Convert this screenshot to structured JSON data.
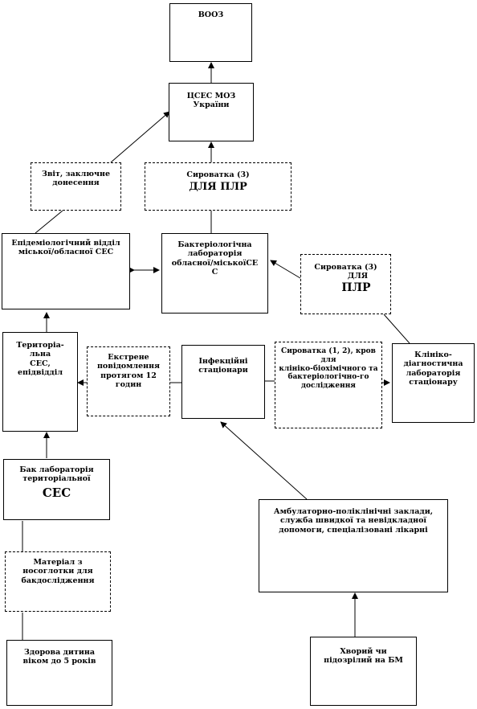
{
  "nodes": {
    "vooz": {
      "text": "ВООЗ"
    },
    "csec": {
      "line1": "ЦСЕС  МОЗ",
      "line2": "України"
    },
    "zvit": {
      "line1": "Звіт, заключне",
      "line2": "донесення"
    },
    "syrovatka_top": {
      "line1": "Сироватка (3)",
      "line2": "ДЛЯ ПЛР"
    },
    "epid": {
      "line1": "Епідеміологічний  відділ",
      "line2": "міської/обласної СЕС"
    },
    "bakt_lab": {
      "line1": "Бактеріологічна",
      "line2": "лабораторія",
      "line3": "обласної/міськоїСЕ",
      "line4": "С"
    },
    "syrovatka_right": {
      "line1": "Сироватка  (3)",
      "line2": "ДЛЯ",
      "line3": "ПЛР"
    },
    "terytorialna": {
      "line1": "Територіа-",
      "line2": "льна",
      "line3": "СЕС,",
      "line4": "епідвідділ"
    },
    "ekstrene": {
      "line1": "Екстрене",
      "line2": "повідомлення",
      "line3": "протягом 12",
      "line4": "годин"
    },
    "infektsiyni": {
      "line1": "Інфекційні",
      "line2": "стаціонари"
    },
    "syrovatka_krov": {
      "line1": "Сироватка (1, 2), кров",
      "line2": "для",
      "line3": "клініко-біохімічного  та",
      "line4": "бактеріологічно-го",
      "line5": "дослідження"
    },
    "klin_diag": {
      "line1": "Клініко-",
      "line2": "діагностична",
      "line3": "лабораторія",
      "line4": "стаціонару"
    },
    "bak_lab_ter": {
      "line1": "Бак лабораторія",
      "line2": "територіальної",
      "line3": "СЕС"
    },
    "ambulatorno": {
      "line1": "Амбулаторно-поліклінічні  заклади,",
      "line2": "служба швидкої та невідкладної",
      "line3": "допомоги, спеціалізовані  лікарні"
    },
    "material": {
      "line1": "Матеріал з",
      "line2": "носоглотки для",
      "line3": "бакдослідження"
    },
    "zdorova": {
      "line1": "Здорова дитина",
      "line2": "віком до 5 років"
    },
    "khvoryi": {
      "line1": "Хворий чи",
      "line2": "підозрілий  на БМ"
    }
  }
}
